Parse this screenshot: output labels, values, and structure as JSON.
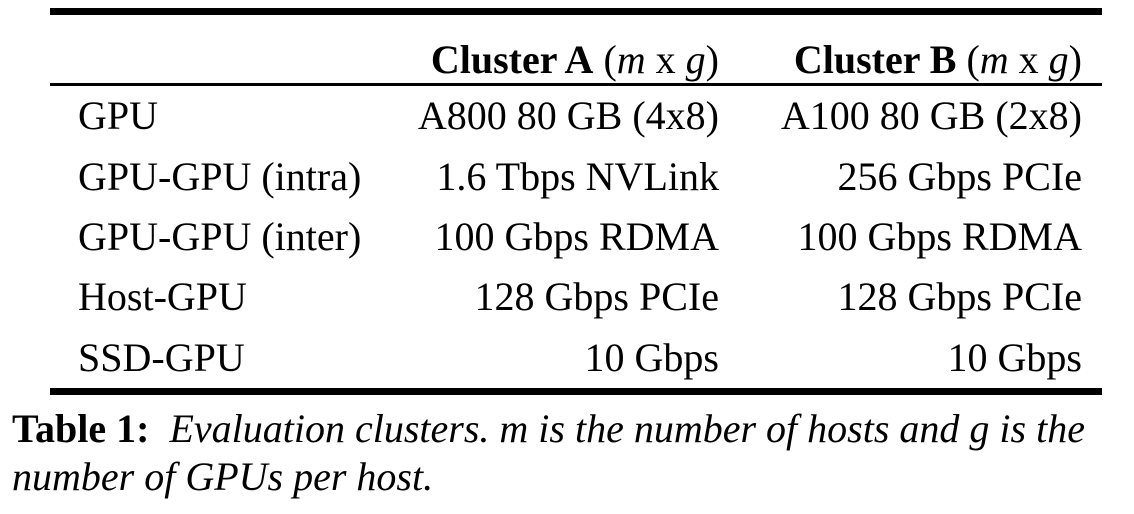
{
  "colors": {
    "background": "#ffffff",
    "text": "#000000",
    "rule": "#000000"
  },
  "table": {
    "header": {
      "columns": [
        {
          "label": "Cluster A",
          "paren_open": " (",
          "var_m": "m",
          "sep": " x ",
          "var_g": "g",
          "paren_close": ")"
        },
        {
          "label": "Cluster B",
          "paren_open": " (",
          "var_m": "m",
          "sep": " x ",
          "var_g": "g",
          "paren_close": ")"
        }
      ]
    },
    "rows": [
      {
        "label": "GPU",
        "cluster_a": "A800 80 GB (4x8)",
        "cluster_b": "A100 80 GB (2x8)"
      },
      {
        "label": "GPU-GPU (intra)",
        "cluster_a": "1.6 Tbps NVLink",
        "cluster_b": "256 Gbps PCIe"
      },
      {
        "label": "GPU-GPU (inter)",
        "cluster_a": "100 Gbps RDMA",
        "cluster_b": "100 Gbps RDMA"
      },
      {
        "label": "Host-GPU",
        "cluster_a": "128 Gbps PCIe",
        "cluster_b": "128 Gbps PCIe"
      },
      {
        "label": "SSD-GPU",
        "cluster_a": "10 Gbps",
        "cluster_b": "10 Gbps"
      }
    ]
  },
  "caption": {
    "label": "Table 1:",
    "line1": "Evaluation clusters. m is the number of hosts and g is the",
    "line2": "number of GPUs per host."
  }
}
